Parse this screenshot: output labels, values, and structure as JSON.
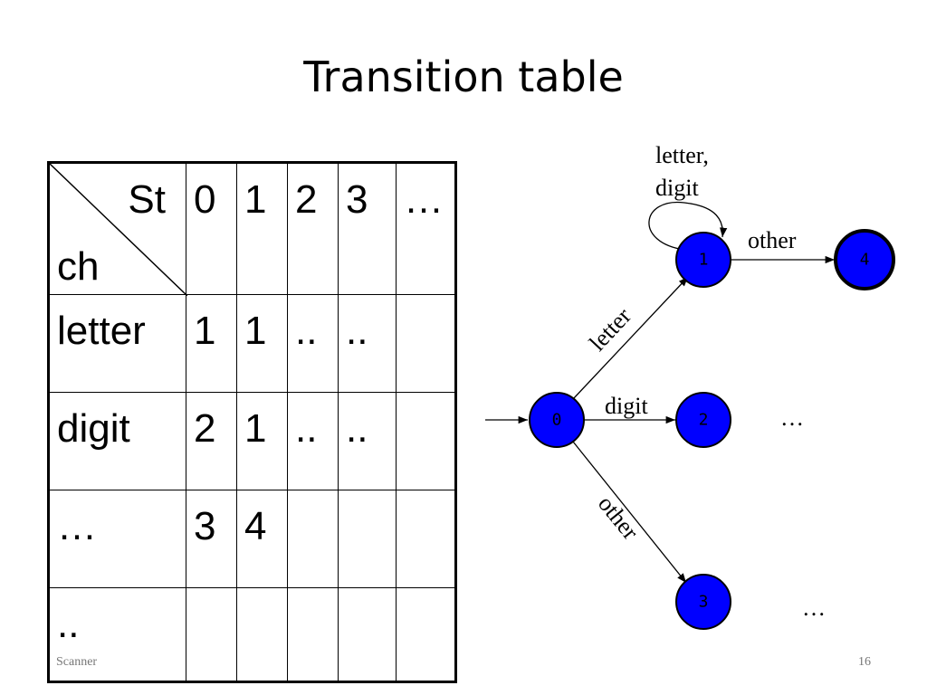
{
  "slide": {
    "title": "Transition table",
    "footer_left": "Scanner",
    "footer_right": "16"
  },
  "table": {
    "corner_top": "St",
    "corner_bottom": "ch",
    "state_headers": [
      "0",
      "1",
      "2",
      "3",
      "…"
    ],
    "rows": [
      {
        "label": "letter",
        "cells": [
          "1",
          "1",
          "..",
          "..",
          ""
        ]
      },
      {
        "label": "digit",
        "cells": [
          "2",
          "1",
          "..",
          "..",
          ""
        ]
      },
      {
        "label": "…",
        "cells": [
          "3",
          "4",
          "",
          "",
          ""
        ]
      },
      {
        "label": "..",
        "cells": [
          "",
          "",
          "",
          "",
          ""
        ]
      }
    ]
  },
  "diagram": {
    "node_color": "#0000ff",
    "nodes": {
      "n0": "0",
      "n1": "1",
      "n2": "2",
      "n3": "3",
      "n4": "4"
    },
    "labels": {
      "loop_line1": "letter,",
      "loop_line2": "digit",
      "other_1_4": "other",
      "letter_0_1": "letter",
      "digit_0_2": "digit",
      "other_0_3": "other",
      "ellipsis_2": "…",
      "ellipsis_3": "…"
    }
  }
}
